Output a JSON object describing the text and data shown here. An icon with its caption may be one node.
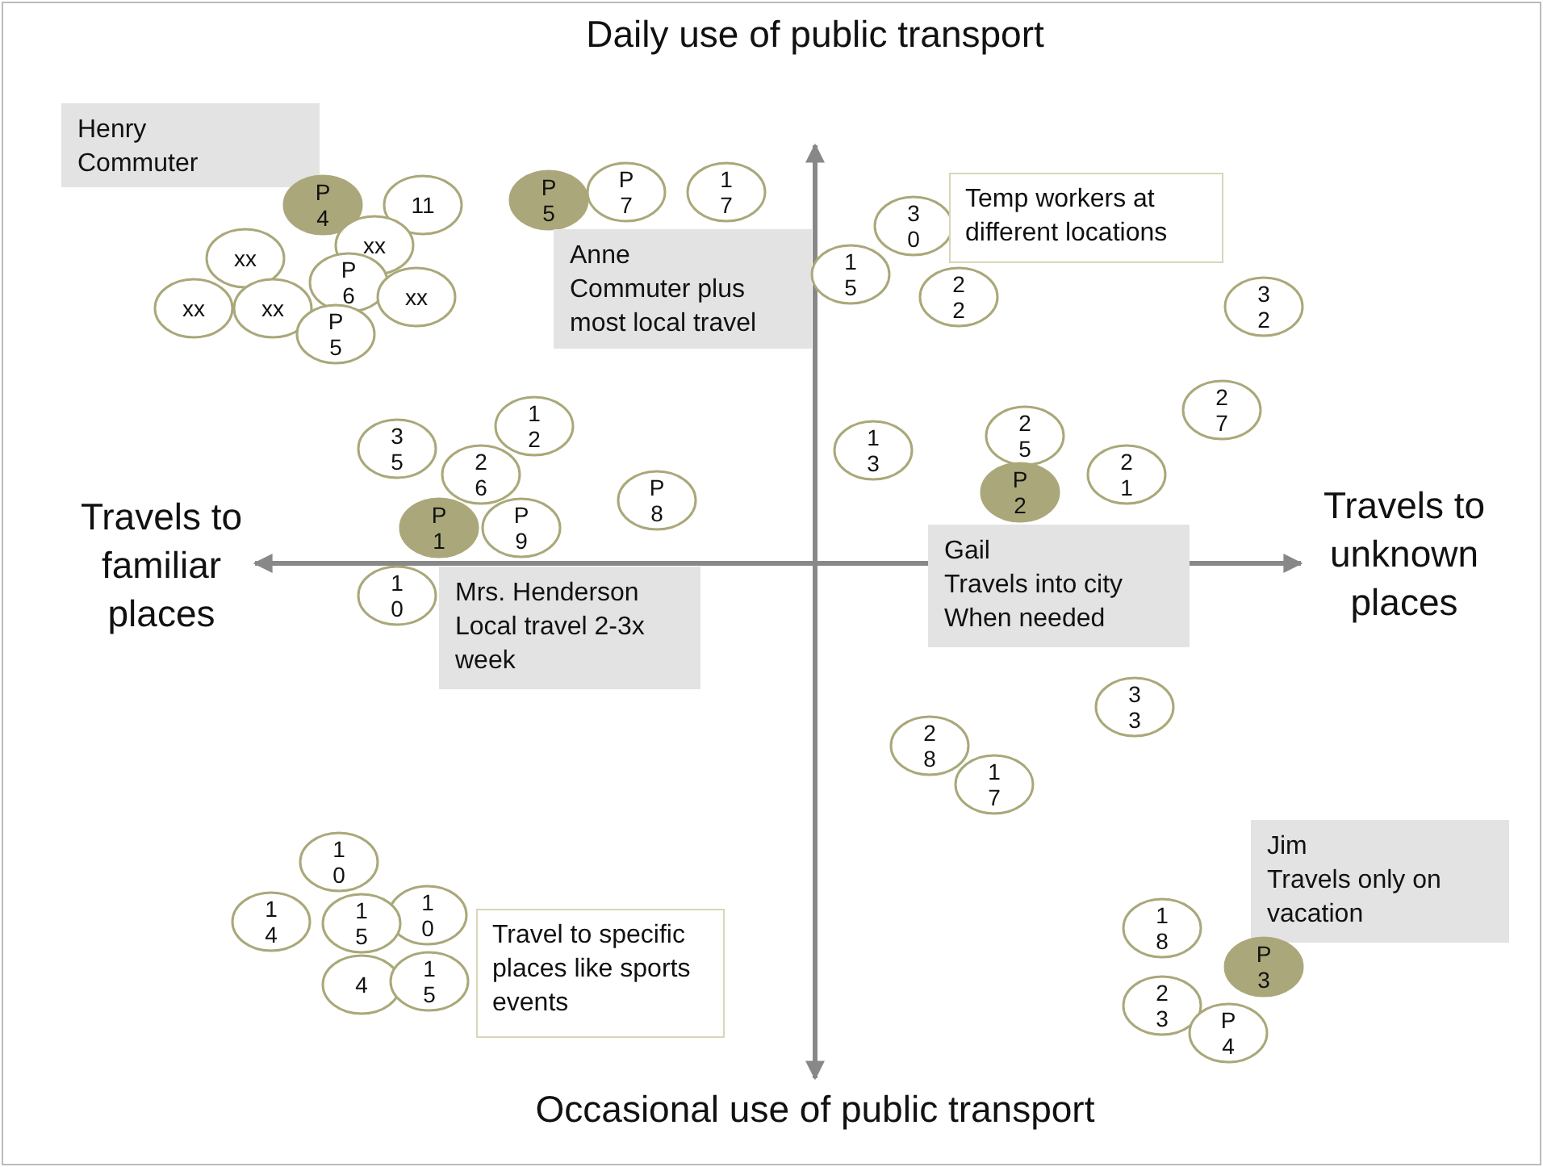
{
  "diagram": {
    "nodes": [
      {
        "text": [
          "Henry",
          "Commuter"
        ]
      },
      {
        "text": [
          "P 4"
        ]
      },
      {
        "text": [
          "11"
        ]
      },
      {
        "text": [
          "P 5"
        ]
      },
      {
        "text": [
          "P 7"
        ]
      },
      {
        "text": [
          "1 7"
        ]
      },
      {
        "text": [
          "Anne",
          "Commuter plus most local travel"
        ]
      },
      {
        "text": [
          "xx"
        ]
      },
      {
        "text": [
          "xx"
        ]
      },
      {
        "text": [
          "P 6"
        ]
      },
      {
        "text": [
          "xx"
        ]
      },
      {
        "text": [
          "xx"
        ]
      },
      {
        "text": [
          "xx"
        ]
      },
      {
        "text": [
          "P 5"
        ]
      },
      {
        "text": [
          "3 0"
        ]
      },
      {
        "text": [
          "Temp workers at different locations"
        ]
      },
      {
        "text": [
          "1 5"
        ]
      },
      {
        "text": [
          "2 2"
        ]
      },
      {
        "text": [
          "3 2"
        ]
      },
      {
        "text": [
          "1 2"
        ]
      },
      {
        "text": [
          "3 5"
        ]
      },
      {
        "text": [
          "2 6"
        ]
      },
      {
        "text": [
          "P 8"
        ]
      },
      {
        "text": [
          "1 3"
        ]
      },
      {
        "text": [
          "2 5"
        ]
      },
      {
        "text": [
          "2 7"
        ]
      },
      {
        "text": [
          "2 1"
        ]
      },
      {
        "text": [
          "P 1"
        ]
      },
      {
        "text": [
          "P 9"
        ]
      },
      {
        "text": [
          "P 2"
        ]
      },
      {
        "text": [
          "1 0"
        ]
      },
      {
        "text": [
          "Mrs. Henderson",
          "Local travel 2-3x week"
        ]
      },
      {
        "text": [
          "Gail",
          "Travels into city When needed"
        ]
      },
      {
        "text": [
          "3 3"
        ]
      },
      {
        "text": [
          "2 8"
        ]
      },
      {
        "text": [
          "1 7"
        ]
      },
      {
        "text": [
          "Jim",
          "Travels only on vacation"
        ]
      },
      {
        "text": [
          "1 0"
        ]
      },
      {
        "text": [
          "1 4"
        ]
      },
      {
        "text": [
          "1 0"
        ]
      },
      {
        "text": [
          "1 5"
        ]
      },
      {
        "text": [
          "4"
        ]
      },
      {
        "text": [
          "1 5"
        ]
      },
      {
        "text": [
          "Travel to specific places like sports events"
        ]
      },
      {
        "text": [
          "1 8"
        ]
      },
      {
        "text": [
          "P 3"
        ]
      },
      {
        "text": [
          "2 3"
        ]
      },
      {
        "text": [
          "P 4"
        ]
      }
    ],
    "labels": [
      "Daily use of public transport",
      "Travels to familiar places",
      "Travels to unknown places",
      "Occasional use of public transport"
    ]
  }
}
